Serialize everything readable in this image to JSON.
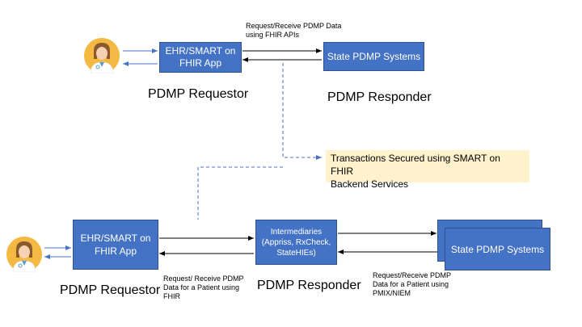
{
  "top": {
    "ehr_box": "EHR/SMART on\nFHIR App",
    "state_box": "State PDMP Systems",
    "arrow_label": "Request/Receive  PDMP Data\nusing FHIR APIs",
    "requestor_label": "PDMP Requestor",
    "responder_label": "PDMP Responder"
  },
  "note": "Transactions Secured using SMART on FHIR\nBackend Services",
  "bottom": {
    "ehr_box": "EHR/SMART on\nFHIR App",
    "intermediaries_box": "Intermediaries\n(Appriss, RxCheck,\nStateHIEs)",
    "state_box": "State PDMP Systems",
    "left_arrow_label": "Request/ Receive PDMP\nData for a Patient using\nFHIR",
    "right_arrow_label": "Request/Receive PDMP\nData for a Patient using\nPMIX/NIEM",
    "requestor_label": "PDMP Requestor",
    "responder_label": "PDMP Responder"
  },
  "colors": {
    "box_fill": "#4472c4",
    "note_fill": "#fff2cc",
    "connector": "#4472c4",
    "avatar_bg": "#f4b942"
  },
  "icons": {
    "user": "doctor-avatar-icon"
  }
}
